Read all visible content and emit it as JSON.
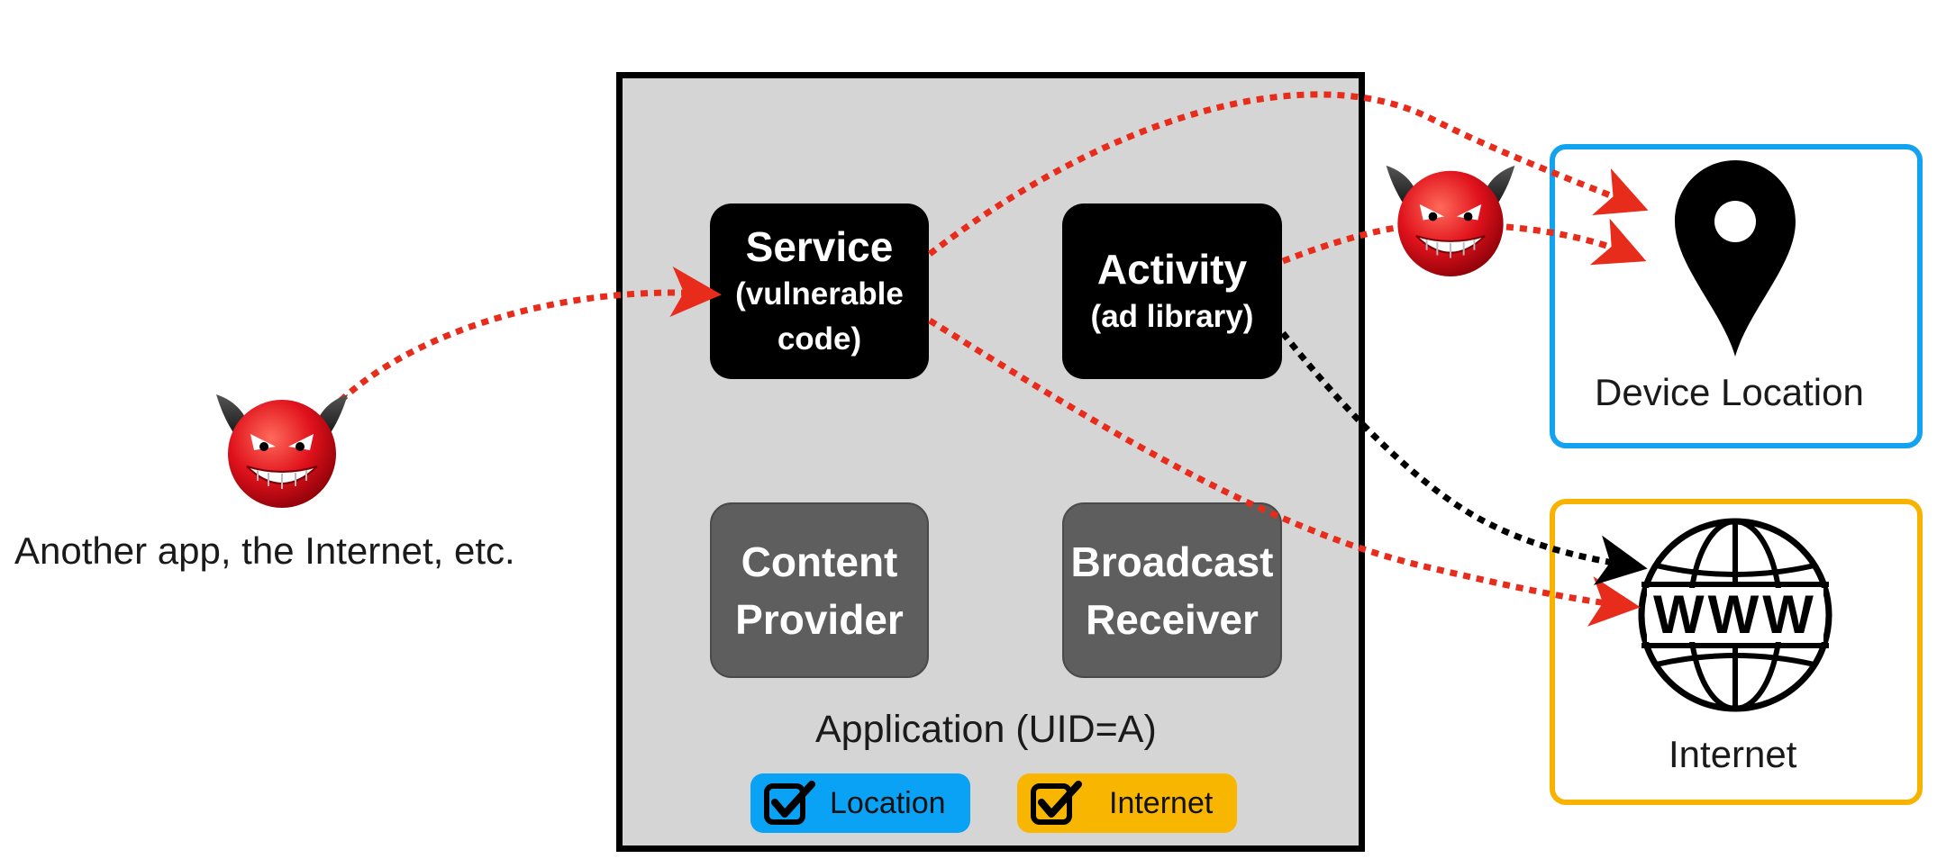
{
  "attacker": {
    "label": "Another app, the Internet, etc.",
    "icon": "devil-icon"
  },
  "application": {
    "label": "Application (UID=A)",
    "components": {
      "service": {
        "title": "Service",
        "line2": "(vulnerable",
        "line3": "code)"
      },
      "activity": {
        "title": "Activity",
        "line2": "(ad library)"
      },
      "content_provider": {
        "line1": "Content",
        "line2": "Provider"
      },
      "broadcast_receiver": {
        "line1": "Broadcast",
        "line2": "Receiver"
      }
    },
    "permissions": [
      {
        "label": "Location",
        "color": "#0aa2f5",
        "checked": true
      },
      {
        "label": "Internet",
        "color": "#f8b600",
        "checked": true
      }
    ]
  },
  "resources": {
    "device_location": {
      "label": "Device Location",
      "border_color": "#12a2f0",
      "icon": "map-pin-icon"
    },
    "internet": {
      "label": "Internet",
      "border_color": "#f8b300",
      "icon": "globe-www-icon",
      "icon_text": "WWW"
    }
  },
  "colors": {
    "attack_arrow": "#e82c1c",
    "legit_arrow": "#000000"
  }
}
